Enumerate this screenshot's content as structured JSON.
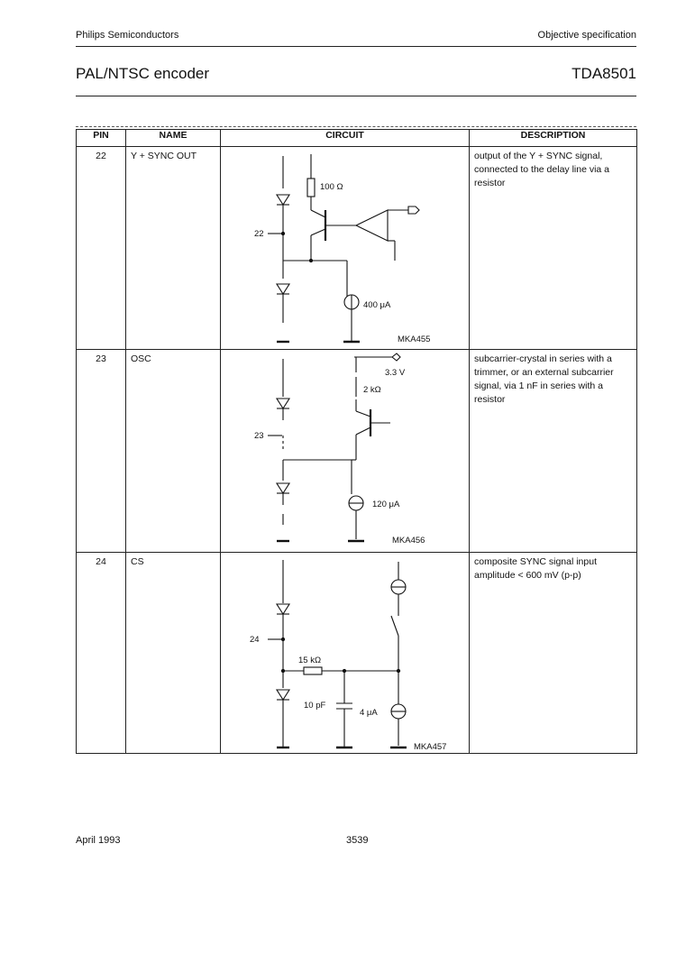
{
  "header": {
    "company": "Philips Semiconductors",
    "spec": "Objective specification",
    "product": "PAL/NTSC encoder",
    "part": "TDA8501"
  },
  "table": {
    "columns": [
      "PIN",
      "NAME",
      "CIRCUIT",
      "DESCRIPTION"
    ],
    "rows": [
      {
        "pin": "22",
        "name": "Y + SYNC OUT",
        "description": "output of the Y + SYNC signal, connected to the delay line via a resistor",
        "circuit": {
          "pin_label": "22",
          "resistor": "100 Ω",
          "current_source": "400 μA",
          "code": "MKA455"
        }
      },
      {
        "pin": "23",
        "name": "OSC",
        "description": "subcarrier-crystal in series with a trimmer, or an external subcarrier signal, via 1 nF in series with a resistor",
        "circuit": {
          "pin_label": "23",
          "voltage": "3.3 V",
          "resistor": "2 kΩ",
          "current_source": "120 μA",
          "code": "MKA456"
        }
      },
      {
        "pin": "24",
        "name": "CS",
        "description": "composite SYNC signal input amplitude < 600 mV (p-p)",
        "circuit": {
          "pin_label": "24",
          "resistor": "15 kΩ",
          "capacitor": "10 pF",
          "current_source": "4 μA",
          "code": "MKA457"
        }
      }
    ]
  },
  "footer": {
    "date": "April 1993",
    "page": "3539"
  }
}
